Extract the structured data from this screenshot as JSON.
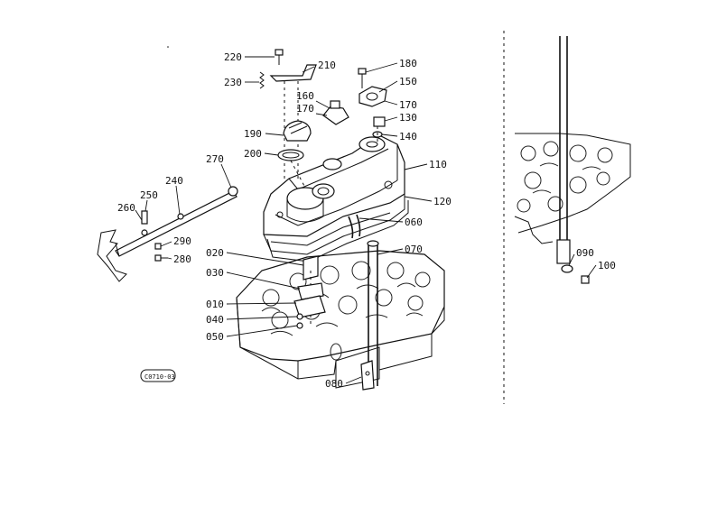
{
  "callouts": [
    "220",
    "210",
    "230",
    "180",
    "150",
    "160",
    "170",
    "170",
    "130",
    "190",
    "140",
    "200",
    "110",
    "270",
    "240",
    "250",
    "120",
    "260",
    "060",
    "290",
    "280",
    "070",
    "020",
    "030",
    "010",
    "040",
    "050",
    "080",
    "090",
    "100"
  ],
  "stamp": "C0710-03"
}
